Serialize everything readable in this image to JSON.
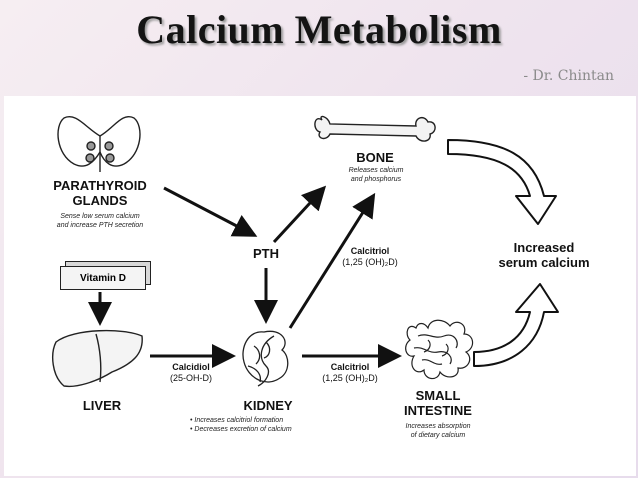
{
  "slide": {
    "title": "Calcium  Metabolism",
    "author": "- Dr. Chintan"
  },
  "diagram": {
    "parathyroid": {
      "name_line1": "PARATHYROID",
      "name_line2": "GLANDS",
      "note_line1": "Sense low serum calcium",
      "note_line2": "and increase PTH secretion"
    },
    "pth": "PTH",
    "bone": {
      "name": "BONE",
      "note_line1": "Releases calcium",
      "note_line2": "and phosphorus"
    },
    "vitamin_d": "Vitamin D",
    "liver": "LIVER",
    "calcidiol": {
      "name": "Calcidiol",
      "formula": "(25-OH-D)"
    },
    "kidney": {
      "name": "KIDNEY",
      "note_line1": "• Increases calcitriol formation",
      "note_line2": "• Decreases excretion of calcium"
    },
    "calcitriol_upper": {
      "name": "Calcitriol",
      "formula": "(1,25 (OH)₂D)"
    },
    "calcitriol_lower": {
      "name": "Calcitriol",
      "formula": "(1,25 (OH)₂D)"
    },
    "small_intestine": {
      "name_line1": "SMALL",
      "name_line2": "INTESTINE",
      "note_line1": "Increases absorption",
      "note_line2": "of dietary calcium"
    },
    "result": {
      "line1": "Increased",
      "line2": "serum calcium"
    }
  }
}
